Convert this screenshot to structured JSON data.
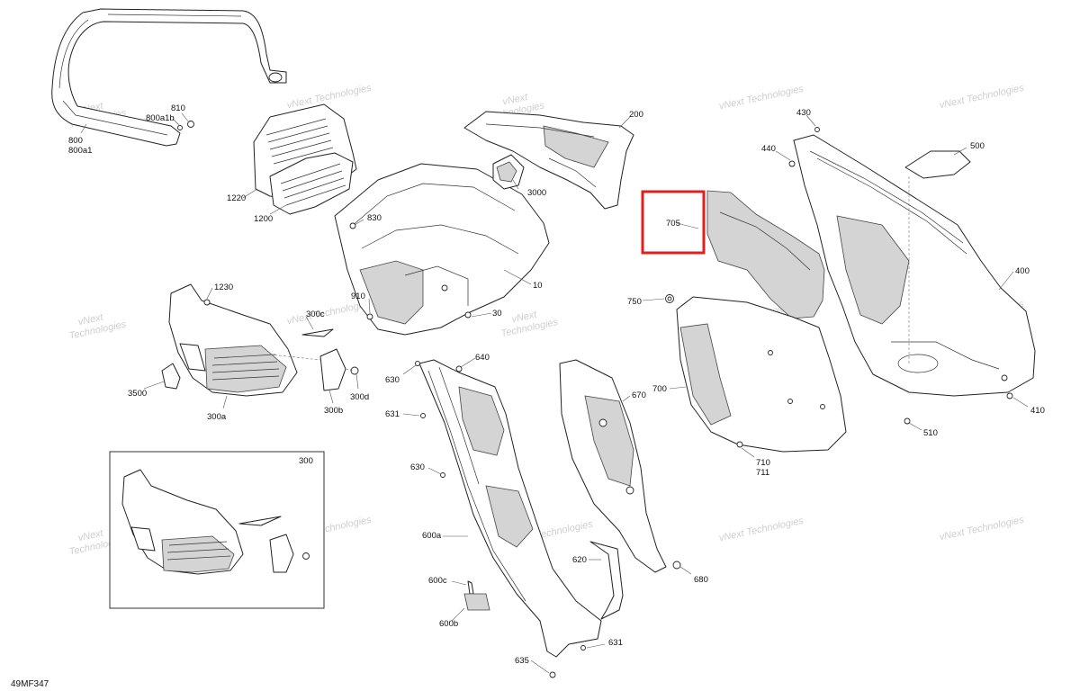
{
  "diagram_code": "49MF347",
  "watermark": "vNext Technologies",
  "watermark_line1": "vNext",
  "watermark_line2": "Technologies",
  "highlight_color": "#e0201e",
  "highlighted_part": "705",
  "labels": {
    "l800": "800",
    "l800a1": "800a1",
    "l800a1b": "800a1b",
    "l810": "810",
    "l1220": "1220",
    "l1200": "1200",
    "l830": "830",
    "l3000": "3000",
    "l200": "200",
    "l10": "10",
    "l910": "910",
    "l30": "30",
    "l1230": "1230",
    "l300c": "300c",
    "l3500": "3500",
    "l300a": "300a",
    "l300b": "300b",
    "l300d": "300d",
    "l300": "300",
    "l640": "640",
    "l630a": "630",
    "l631a": "631",
    "l630b": "630",
    "l600a": "600a",
    "l600c": "600c",
    "l600b": "600b",
    "l635": "635",
    "l631b": "631",
    "l670": "670",
    "l620": "620",
    "l680": "680",
    "l705": "705",
    "l750": "750",
    "l700": "700",
    "l710": "710",
    "l711": "711",
    "l430": "430",
    "l440": "440",
    "l500": "500",
    "l400": "400",
    "l410": "410",
    "l510": "510"
  }
}
